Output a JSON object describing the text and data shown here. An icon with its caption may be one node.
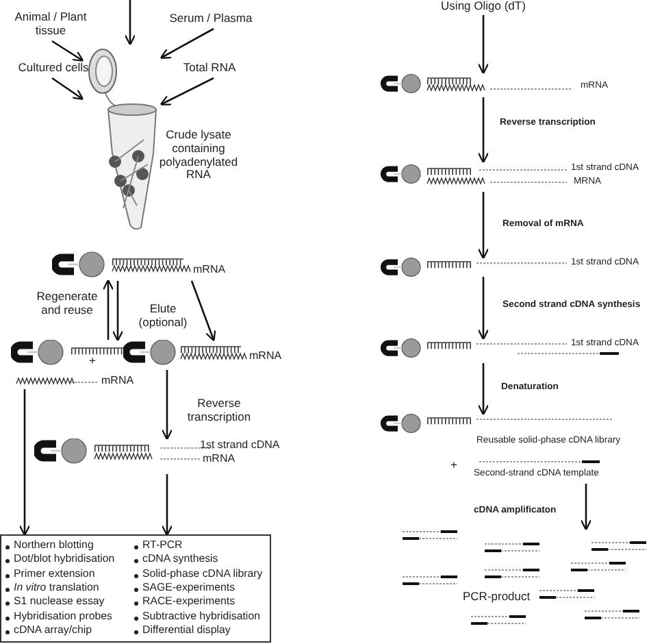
{
  "diagram": {
    "nodes": [
      {
        "text": [
          "Animal / Plant tissue"
        ]
      },
      {
        "text": [
          "Cultured cells"
        ]
      },
      {
        "text": [
          "Serum / Plasma"
        ]
      },
      {
        "text": [
          "Total RNA"
        ]
      },
      {
        "text": [],
        "shape": "picture",
        "beside": [
          "Crude lysate containing polyadenylated RNA"
        ]
      },
      {
        "text": [
          "mRNA"
        ]
      },
      {
        "text": [
          "mRNA"
        ]
      },
      {
        "text": [
          "mRNA"
        ]
      },
      {
        "text": [
          "1st strand cDNA",
          "mRNA"
        ]
      },
      {
        "text": [
          "Northern blotting",
          "Dot/blot hybridisation",
          "Primer extension",
          "*In vitro* translation",
          "S1 nuclease essay",
          "Hybridisation probes",
          "cDNA array/chip",
          "RT-PCR",
          "cDNA synthesis",
          "Solid-phase cDNA library",
          "SAGE-experiments",
          "RACE-experiments",
          "Subtractive hybridisation",
          "Differential display"
        ]
      },
      {
        "text": [
          "Using Oligo (dT)"
        ]
      },
      {
        "text": [
          "mRNA"
        ]
      },
      {
        "text": [
          "1st strand cDNA",
          "MRNA"
        ]
      },
      {
        "text": [
          "1st strand cDNA"
        ]
      },
      {
        "text": [
          "1st strand cDNA"
        ]
      },
      {
        "text": [
          "Reusable solid-phase cDNA library"
        ]
      },
      {
        "text": [
          "Second-strand cDNA template"
        ]
      },
      {
        "text": [
          "PCR-product"
        ]
      }
    ],
    "edges": [
      {
        "from": 0,
        "to": 4,
        "arrow": "to"
      },
      {
        "from": 1,
        "to": 4,
        "arrow": "to"
      },
      {
        "from": null,
        "to": 4,
        "arrow": "to"
      },
      {
        "from": 2,
        "to": 4,
        "arrow": "to"
      },
      {
        "from": 3,
        "to": 4,
        "arrow": "to"
      },
      {
        "from": 6,
        "to": 5,
        "arrow": "to",
        "label": "Regenerate and reuse"
      },
      {
        "from": 5,
        "to": 6,
        "arrow": "to"
      },
      {
        "from": 5,
        "to": 7,
        "arrow": "to",
        "label": "Elute (optional)"
      },
      {
        "from": 7,
        "to": 8,
        "arrow": "to",
        "label": "Reverse transcription"
      },
      {
        "from": 6,
        "to": 9,
        "arrow": "to"
      },
      {
        "from": 8,
        "to": 9,
        "arrow": "to"
      },
      {
        "from": 10,
        "to": 11,
        "arrow": "to"
      },
      {
        "from": 11,
        "to": 12,
        "arrow": "to",
        "label": "Reverse transcription"
      },
      {
        "from": 12,
        "to": 13,
        "arrow": "to",
        "label": "Removal of mRNA"
      },
      {
        "from": 13,
        "to": 14,
        "arrow": "to",
        "label": "Second strand cDNA synthesis"
      },
      {
        "from": 14,
        "to": 15,
        "arrow": "to",
        "label": "Denaturation"
      },
      {
        "from": 16,
        "to": 17,
        "arrow": "to",
        "label": "cDNA amplificaton"
      }
    ],
    "labels": [
      "+",
      "+"
    ]
  }
}
